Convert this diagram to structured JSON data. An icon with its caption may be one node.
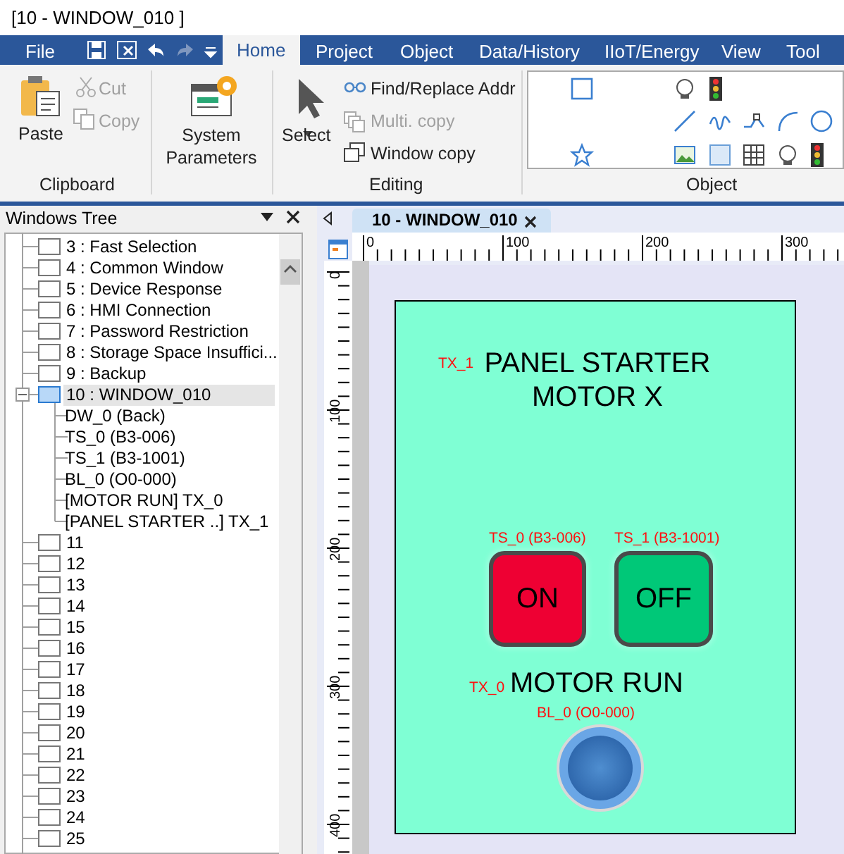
{
  "diagram": {
    "title": "[10 - WINDOW_010 ]",
    "nodes": [
      {
        "text": [
          "PANEL STARTER MOTOR X",
          "MOTOR RUN"
        ]
      },
      {
        "text": [
          "ON"
        ],
        "in": 0,
        "beside": [
          "TS_0 (B3-006)"
        ]
      },
      {
        "text": [
          "OFF"
        ],
        "in": 0,
        "beside": [
          "TS_1 (B3-1001)"
        ]
      },
      {
        "text": [],
        "shape": "circle",
        "in": 0,
        "beside": [
          "BL_0 (O0-000)"
        ]
      }
    ],
    "labels": [
      "File",
      "Home",
      "Project",
      "Object",
      "Data/History",
      "IIoT/Energy",
      "View",
      "Tool",
      "Paste",
      "Cut",
      "Copy",
      "System Parameters",
      "Select",
      "Find/Replace Addr",
      "Multi. copy",
      "Window copy",
      "Clipboard",
      "Editing",
      "Object",
      "Windows Tree",
      "3 : Fast Selection",
      "4 : Common Window",
      "5 : Device Response",
      "6 : HMI Connection",
      "7 : Password Restriction",
      "8 : Storage Space Insuffici...",
      "9 : Backup",
      "10 : WINDOW_010",
      "DW_0 (Back)",
      "TS_0 (B3-006)",
      "TS_1 (B3-1001)",
      "BL_0 (O0-000)",
      "[MOTOR RUN] TX_0",
      "[PANEL STARTER ..] TX_1",
      "11",
      "12",
      "13",
      "14",
      "15",
      "16",
      "17",
      "18",
      "19",
      "20",
      "21",
      "22",
      "23",
      "24",
      "25",
      "10 - WINDOW_010",
      "0",
      "100",
      "200",
      "300",
      "0",
      "100",
      "200",
      "300",
      "400",
      "TX_1",
      "TX_0"
    ]
  }
}
